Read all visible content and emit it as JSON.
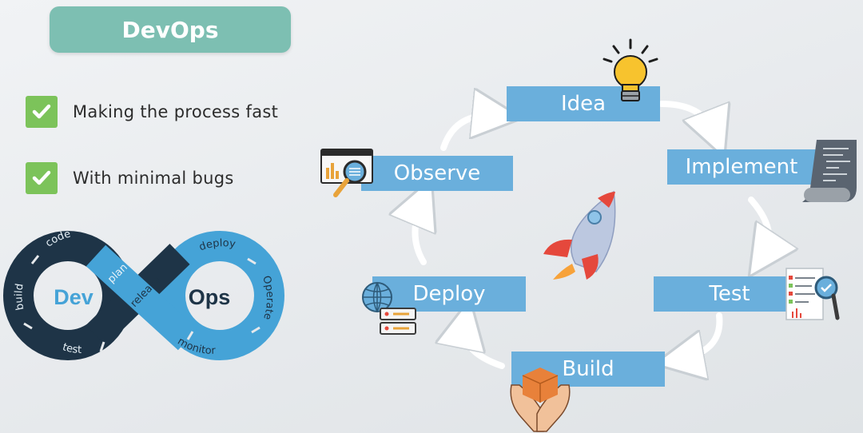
{
  "header": {
    "title": "DevOps"
  },
  "checklist": [
    {
      "label": "Making the process fast"
    },
    {
      "label": "With minimal bugs"
    }
  ],
  "infinity_logo": {
    "dev": "Dev",
    "ops": "Ops",
    "loop_labels": [
      "code",
      "plan",
      "build",
      "test",
      "release",
      "deploy",
      "Operate",
      "monitor"
    ]
  },
  "cycle": {
    "stages": [
      "Idea",
      "Implement",
      "Test",
      "Build",
      "Deploy",
      "Observe"
    ],
    "icons": [
      "lightbulb-icon",
      "code-document-icon",
      "checklist-magnifier-icon",
      "package-hands-icon",
      "server-globe-icon",
      "analytics-magnifier-icon",
      "rocket-icon"
    ]
  },
  "colors": {
    "title_bg": "#7dbfb2",
    "check_green": "#7cc35a",
    "stage_blue": "#6aafdc",
    "logo_dark": "#1e3447",
    "logo_blue": "#45a3d7"
  }
}
